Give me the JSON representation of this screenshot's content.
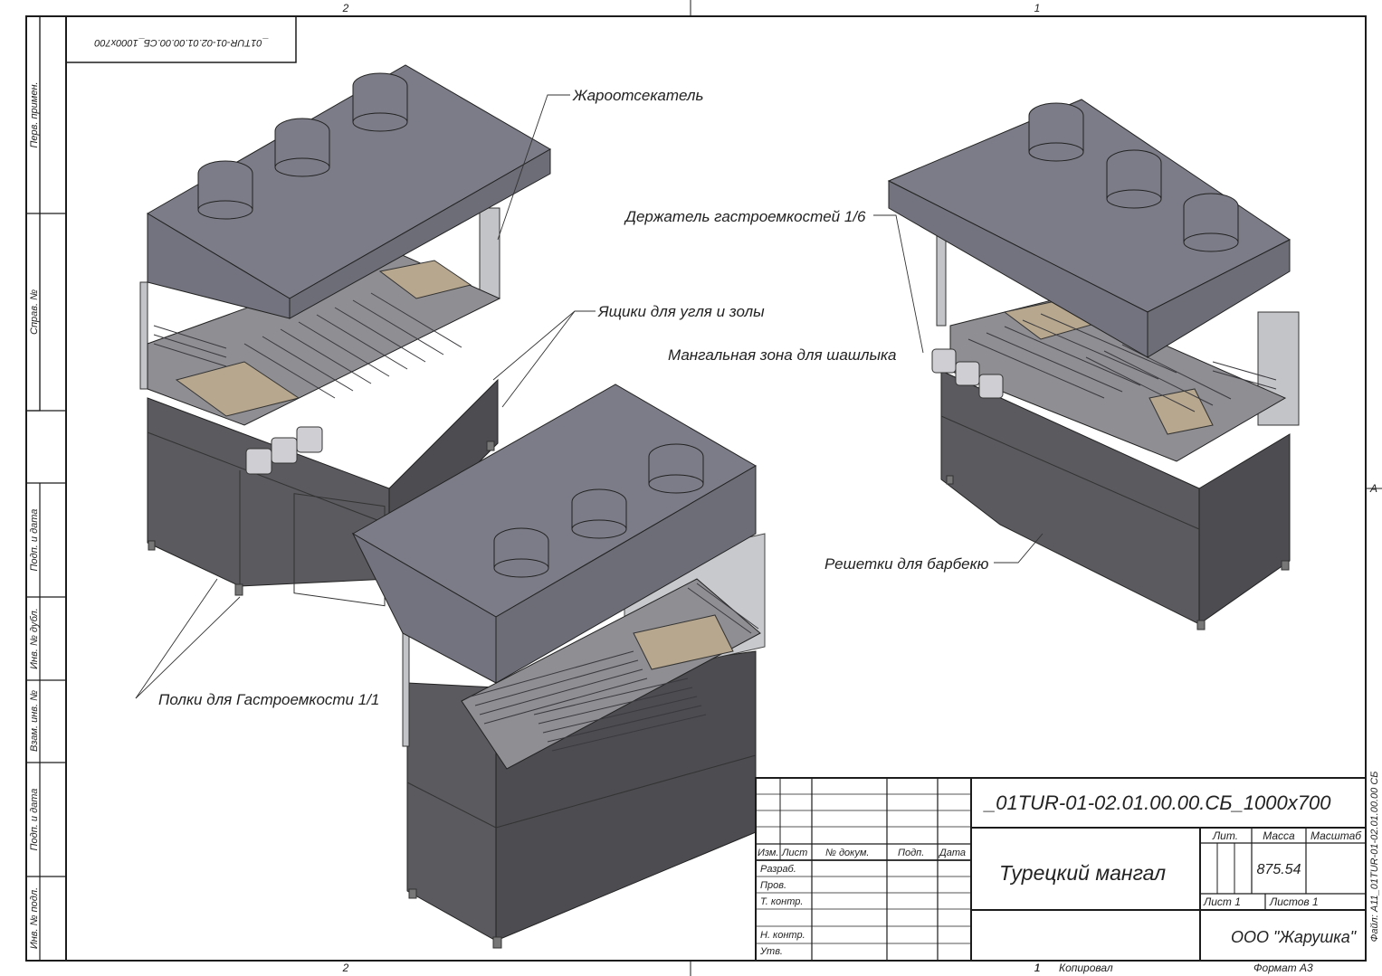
{
  "sheet": {
    "zone_top": [
      "2",
      "1"
    ],
    "zone_bottom": [
      "2",
      "1"
    ],
    "zone_right": "А",
    "rotated_code": "_01TUR-01-02.01.00.00.СБ_1000х700",
    "side_file": "Файл: А11_01TUR-01-02.01.00.00 СБ",
    "side_columns": [
      "Перв. примен.",
      "Справ. №",
      "Подп. и дата",
      "Инв. № дубл.",
      "Взам. инв. №",
      "Подп. и дата",
      "Инв. № подл."
    ],
    "footer": {
      "copied": "Копировал",
      "format": "Формат А3",
      "copied_number": "1"
    }
  },
  "callouts": {
    "heat_cutter": "Жароотсекатель",
    "gn_holder": "Держатель гастроемкостей 1/6",
    "coal_boxes": "Ящики для угля и золы",
    "kebab_zone": "Мангальная зона для шашлыка",
    "bbq_grids": "Решетки для барбекю",
    "gn_shelves": "Полки для Гастроемкости 1/1"
  },
  "title_block": {
    "designation": "_01TUR-01-02.01.00.00.СБ_1000х700",
    "name": "Турецкий мангал",
    "company": "ООО \"Жарушка\"",
    "headers": {
      "izm": "Изм.",
      "list": "Лист",
      "doc": "№ докум.",
      "sign": "Подп.",
      "date": "Дата"
    },
    "roles": [
      "Разраб.",
      "Пров.",
      "Т. контр.",
      "Н. контр.",
      "Утв."
    ],
    "lit": "Лит.",
    "mass_label": "Масса",
    "scale_label": "Масштаб",
    "mass_value": "875.54",
    "sheet": "Лист 1",
    "sheets": "Листов 1"
  },
  "colors": {
    "hood": "#7b7c87",
    "hood_side": "#6c6d77",
    "hood_front": "#72737e",
    "body": "#5a5a5f",
    "body_dark": "#4c4c51",
    "glass": "#c3c4c8",
    "grate": "#8e8e93",
    "tray": "#b7a78e",
    "frame": "#000000"
  }
}
